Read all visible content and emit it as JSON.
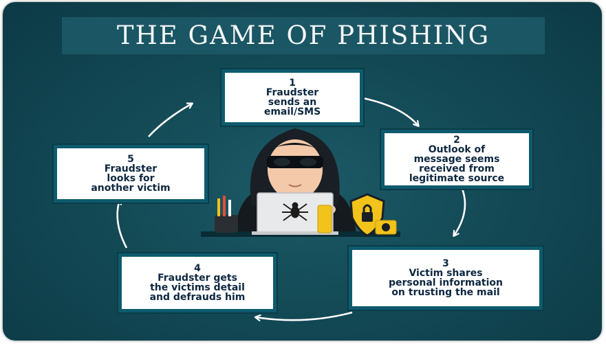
{
  "title": "THE GAME OF PHISHING",
  "steps": [
    {
      "number": "1",
      "text": "Fraudster\nsends an\nemail/SMS"
    },
    {
      "number": "2",
      "text": "Outlook of\nmessage seems\nreceived from\nlegitimate source"
    },
    {
      "number": "3",
      "text": "Victim shares\npersonal information\non trusting the mail"
    },
    {
      "number": "4",
      "text": "Fraudster gets\nthe victims detail\nand defrauds him"
    },
    {
      "number": "5",
      "text": "Fraudster\nlooks for\nanother victim"
    }
  ],
  "colors": {
    "background": "#134a56",
    "box_border": "#0e5b6d",
    "box_text": "#0d2740",
    "lock_yellow": "#f2c31a"
  },
  "icons": [
    "hacker-illustration",
    "laptop-icon",
    "spider-icon",
    "pencil-cup-icon",
    "phone-icon",
    "shield-lock-icon",
    "camera-icon"
  ]
}
